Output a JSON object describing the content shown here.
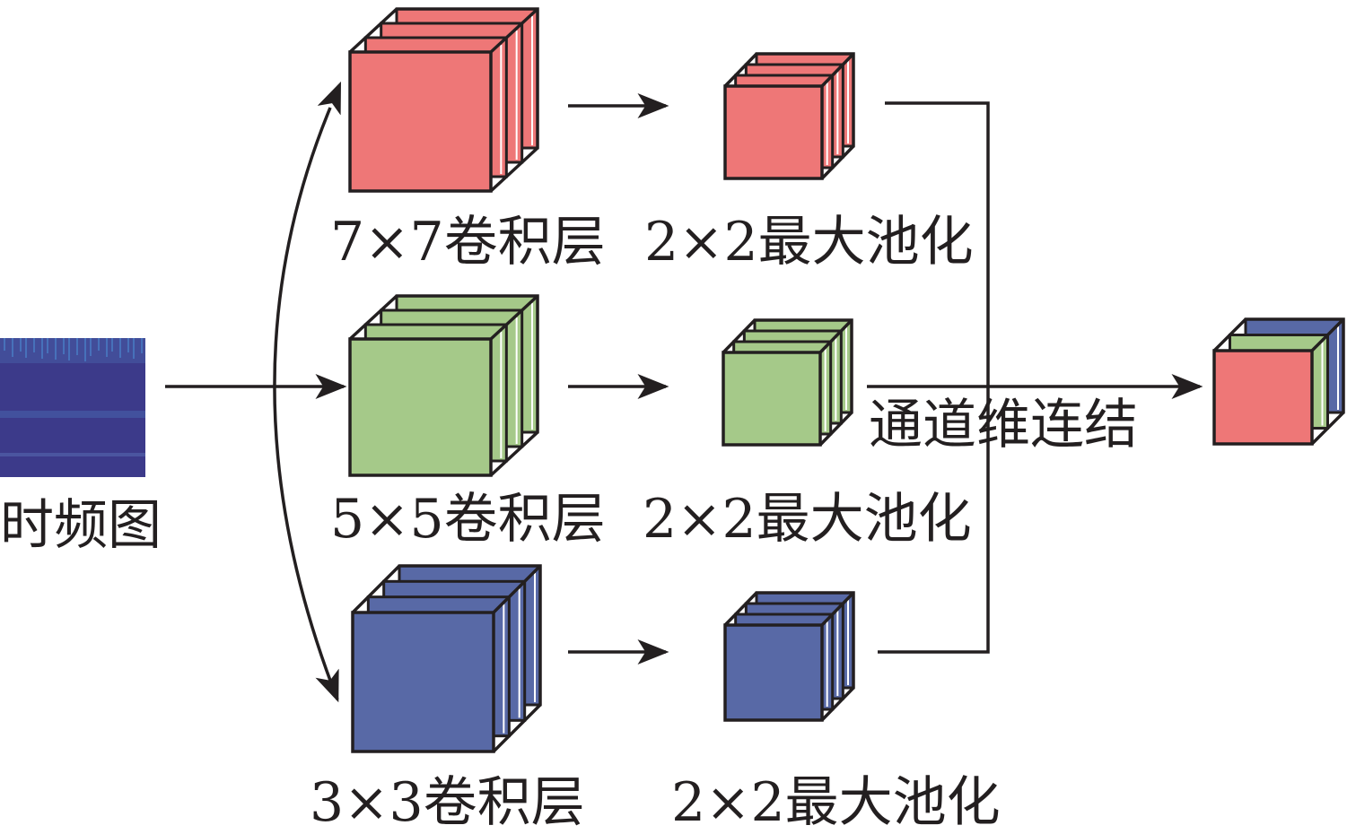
{
  "input": {
    "label": "时频图"
  },
  "branches": [
    {
      "conv_label": "7×7卷积层",
      "pool_label": "2×2最大池化",
      "color": "#ee7777"
    },
    {
      "conv_label": "5×5卷积层",
      "pool_label": "2×2最大池化",
      "color": "#a5c989"
    },
    {
      "conv_label": "3×3卷积层",
      "pool_label": "2×2最大池化",
      "color": "#5869a6"
    }
  ],
  "concat": {
    "label": "通道维连结"
  },
  "colors": {
    "stroke": "#231f20",
    "spectrogram_bg": "#3c3a8a",
    "spectrogram_stripe": "#4a80c8"
  }
}
